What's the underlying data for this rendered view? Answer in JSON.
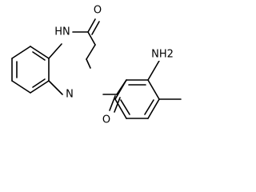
{
  "molecule": {
    "atom_labels": {
      "carbonyl_oxygen_ring": "O",
      "amide_nitrogen": "HN",
      "ring_nitrogen": "N",
      "amino_group": "NH2",
      "carbonyl_oxygen_benzoyl": "O"
    }
  }
}
